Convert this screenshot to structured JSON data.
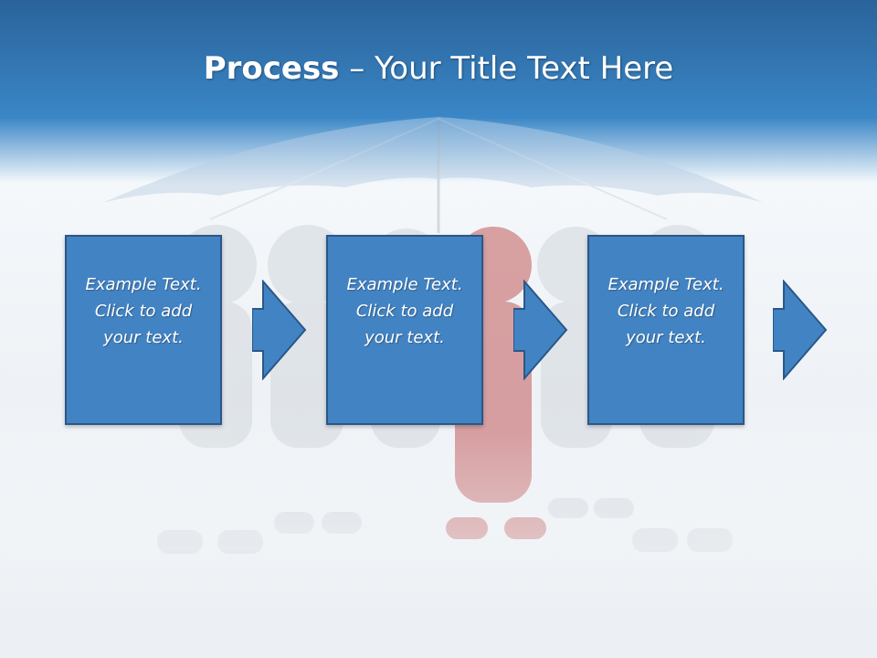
{
  "title": {
    "bold": "Process",
    "rest": " – Your Title Text Here"
  },
  "process": {
    "steps": [
      {
        "text": "Example Text.\nClick  to add\nyour text."
      },
      {
        "text": "Example Text.\nClick  to add\nyour text."
      },
      {
        "text": "Example Text.\nClick  to add\nyour text."
      }
    ]
  },
  "colors": {
    "header_top": "#2a639a",
    "header_bottom": "#3a86c6",
    "box_fill": "#4283c3",
    "box_border": "#2a5788",
    "figure_highlight": "#c04a4a"
  }
}
